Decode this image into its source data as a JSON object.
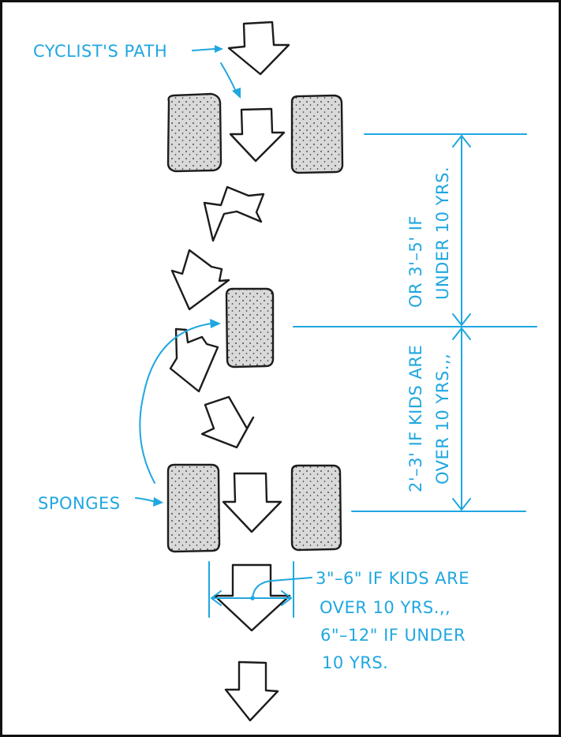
{
  "colors": {
    "annotation": "#1fa7e0",
    "ink": "#1c1c1c",
    "sponge_fill": "#d9d9d9",
    "background": "#ffffff"
  },
  "labels": {
    "path": "CYCLIST'S PATH",
    "sponges": "SPONGES",
    "width_line1": "3\"–6\" IF KIDS ARE",
    "width_line2": "OVER 10 YRS.,,",
    "width_line3": "6\"–12\" IF UNDER",
    "width_line4": "10 YRS.",
    "upper_line1": "OR 3'–5' IF",
    "upper_line2": "UNDER 10 YRS.",
    "lower_line1": "2'–3' IF KIDS ARE",
    "lower_line2": "OVER 10 YRS.,,"
  }
}
